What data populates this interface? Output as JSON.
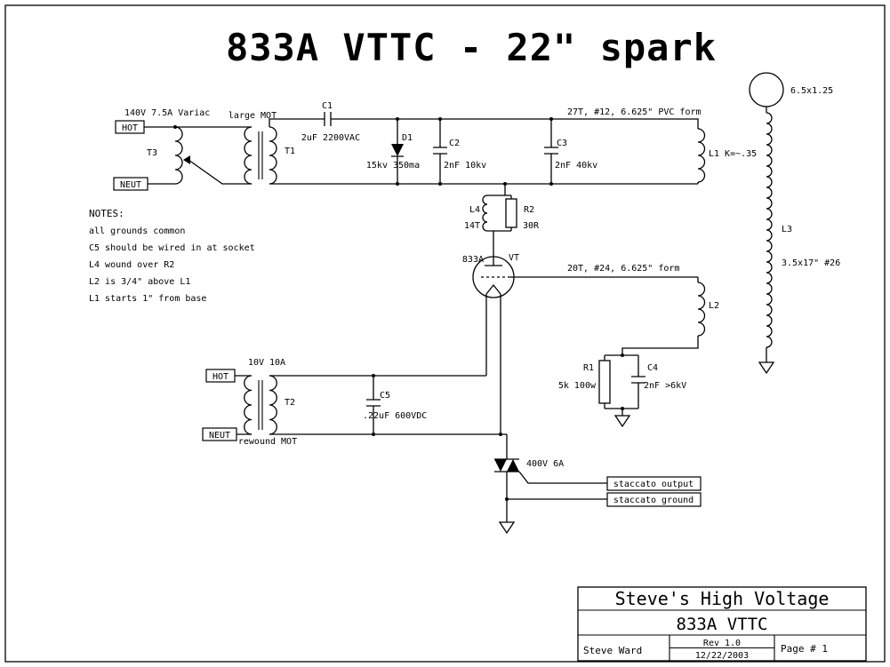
{
  "title": "833A VTTC - 22\" spark",
  "notes": {
    "heading": "NOTES:",
    "items": [
      "all grounds common",
      "C5 should be wired in at socket",
      "L4 wound over R2",
      "L2 is 3/4\" above L1",
      "L1 starts 1\" from base"
    ]
  },
  "flags": {
    "hot1": "HOT",
    "neut1": "NEUT",
    "hot2": "HOT",
    "neut2": "NEUT",
    "staccato_output": "staccato output",
    "staccato_ground": "staccato ground"
  },
  "components": {
    "variac_rating": "140V 7.5A Variac",
    "t3_ref": "T3",
    "t1_desc": "large MOT",
    "t1_ref": "T1",
    "c1_ref": "C1",
    "c1_val": "2uF 2200VAC",
    "d1_ref": "D1",
    "d1_val": "15kv 350ma",
    "c2_ref": "C2",
    "c2_val": "2nF 10kv",
    "c3_ref": "C3",
    "c3_val": "2nF 40kv",
    "l1_form": "27T, #12, 6.625\" PVC form",
    "l1_val": "L1 K=~.35",
    "toroid_val": "6.5x1.25",
    "l3_ref": "L3",
    "l3_val": "3.5x17\" #26",
    "l4_ref": "L4",
    "l4_val": "14T",
    "r2_ref": "R2",
    "r2_val": "30R",
    "tube_name": "833A",
    "tube_ref": "VT",
    "l2_form": "20T, #24, 6.625\" form",
    "l2_ref": "L2",
    "r1_ref": "R1",
    "r1_val": "5k 100w",
    "c4_ref": "C4",
    "c4_val": "2nF >6kV",
    "t2_rating": "10V 10A",
    "t2_ref": "T2",
    "t2_desc": "rewound MOT",
    "c5_ref": "C5",
    "c5_val": ".22uF 600VDC",
    "triac_val": "400V 6A"
  },
  "title_block": {
    "company": "Steve's High Voltage",
    "project": "833A VTTC",
    "author": "Steve Ward",
    "rev": "Rev 1.0",
    "date": "12/22/2003",
    "page": "Page # 1"
  },
  "colors": {
    "ink": "#000000",
    "paper": "#ffffff"
  }
}
